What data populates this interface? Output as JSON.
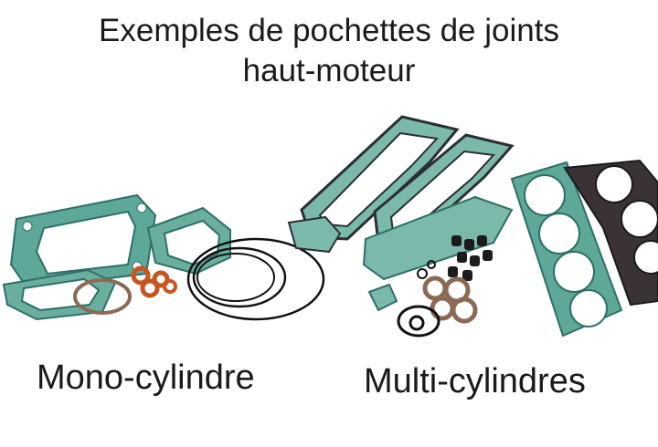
{
  "title": {
    "line1": "Exemples de pochettes de joints",
    "line2": "haut-moteur"
  },
  "captions": {
    "mono": "Mono-cylindre",
    "multi": "Multi-cylindres"
  },
  "colors": {
    "gasket_teal": "#4f9a8e",
    "gasket_dark": "#2a2f33",
    "seal_orange": "#c8551e",
    "seal_brown": "#8a6a55",
    "oring_black": "#111111"
  }
}
